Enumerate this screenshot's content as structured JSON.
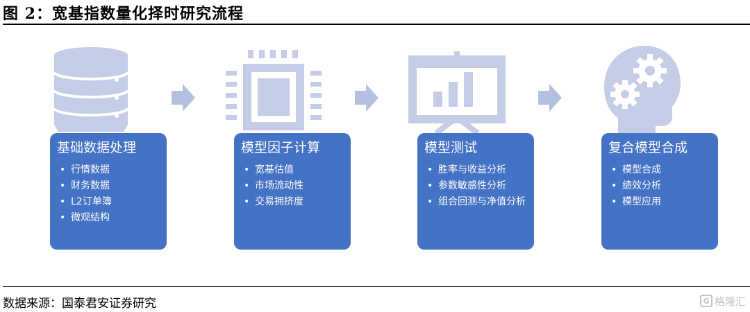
{
  "title": "图  2：宽基指数量化择时研究流程",
  "source": "数据来源：国泰君安证券研究",
  "watermark": "格隆汇",
  "colors": {
    "box": "#4472c4",
    "icon": "#c5cce6",
    "arrow": "#b4c0e2"
  },
  "stages": [
    {
      "icon": "database-icon",
      "title": "基础数据处理",
      "items": [
        "行情数据",
        "财务数据",
        "L2订单簿",
        "微观结构"
      ]
    },
    {
      "icon": "chip-icon",
      "title": "模型因子计算",
      "items": [
        "宽基估值",
        "市场流动性",
        "交易拥挤度"
      ]
    },
    {
      "icon": "presentation-chart-icon",
      "title": "模型测试",
      "items": [
        "胜率与收益分析",
        "参数敏感性分析",
        "组合回测与净值分析"
      ]
    },
    {
      "icon": "head-gears-icon",
      "title": "复合模型合成",
      "items": [
        "模型合成",
        "绩效分析",
        "模型应用"
      ]
    }
  ]
}
